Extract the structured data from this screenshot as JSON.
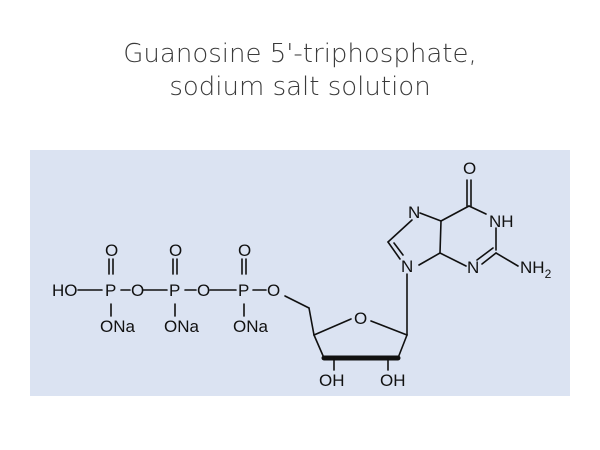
{
  "title": {
    "line1": "Guanosine 5'-triphosphate,",
    "line2": "sodium salt solution"
  },
  "structure": {
    "phosphate_oxygens": [
      "O",
      "O",
      "O"
    ],
    "chain": {
      "ho": "HO",
      "p1": "P",
      "o1": "O",
      "p2": "P",
      "o2": "O",
      "p3": "P",
      "o3": "O"
    },
    "salts": [
      "ONa",
      "ONa",
      "ONa"
    ],
    "ring_oxygen": "O",
    "hydroxyls": [
      "OH",
      "OH"
    ],
    "base": {
      "carbonyl_o": "O",
      "n7": "N",
      "nh": "NH",
      "n9": "N",
      "n3": "N",
      "nh2_main": "NH",
      "nh2_sub": "2"
    }
  },
  "colors": {
    "panel": "#dbe3f2",
    "ink": "#111111",
    "title": "#3a3a3a"
  }
}
